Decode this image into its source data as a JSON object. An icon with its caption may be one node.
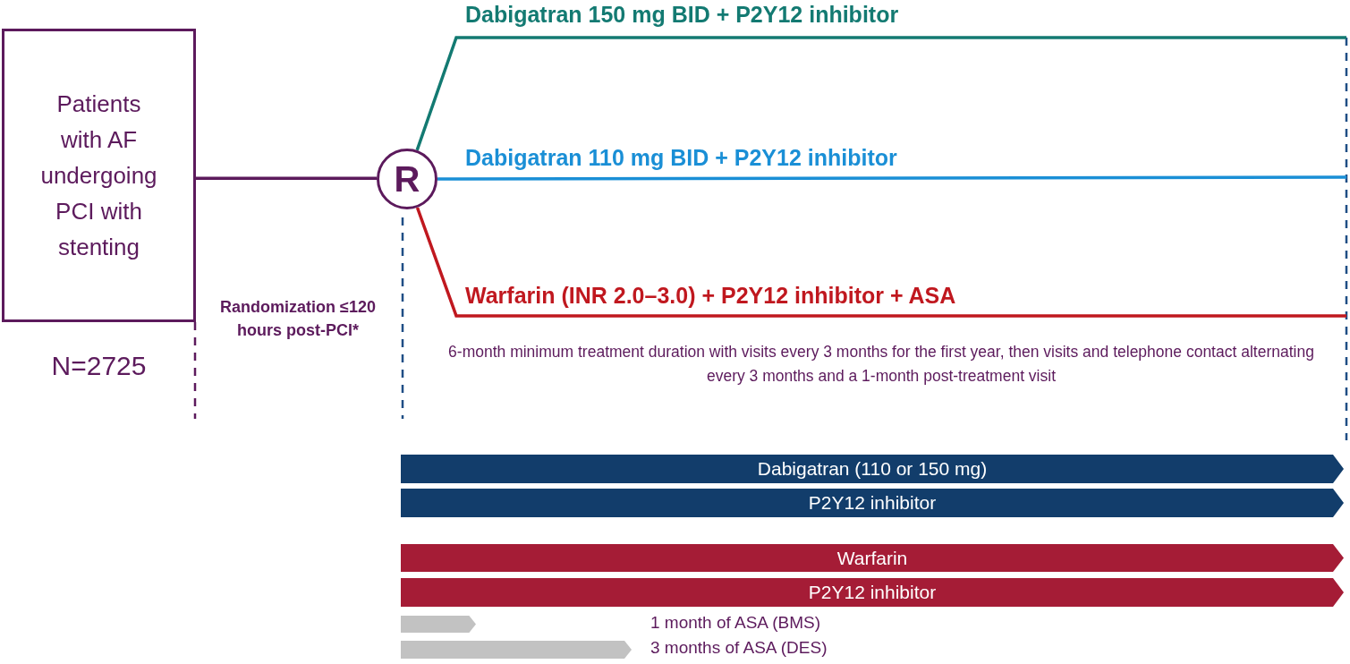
{
  "diagram": {
    "nodes": [
      {
        "text": [
          "Patients with AF undergoing PCI with stenting"
        ],
        "beside": [
          "N=2725"
        ]
      },
      {
        "text": [
          "R"
        ]
      },
      {
        "text": [
          "Dabigatran (110 or 150 mg)"
        ]
      },
      {
        "text": [
          "P2Y12 inhibitor"
        ]
      },
      {
        "text": [
          "Warfarin"
        ]
      },
      {
        "text": [
          "P2Y12 inhibitor"
        ]
      },
      {
        "text": [],
        "shape": "bar"
      },
      {
        "text": [],
        "shape": "bar"
      }
    ],
    "edges": [
      {
        "from": 0,
        "to": 1,
        "arrow": "none",
        "color": "#5c1a5c"
      },
      {
        "from": 1,
        "to": null,
        "arrow": "none",
        "label": "Dabigatran 150 mg BID + P2Y12 inhibitor",
        "color": "#137a72"
      },
      {
        "from": 1,
        "to": null,
        "arrow": "none",
        "label": "Dabigatran 110 mg BID + P2Y12 inhibitor",
        "color": "#1a8fd6"
      },
      {
        "from": 1,
        "to": null,
        "arrow": "none",
        "label": "Warfarin (INR 2.0–3.0) + P2Y12 inhibitor + ASA",
        "color": "#c0181f"
      }
    ],
    "labels": [
      "Randomization ≤120 hours post-PCI*",
      "6-month minimum treatment duration with visits every 3 months for the first year, then visits and telephone contact alternating every 3 months and a 1-month post-treatment visit",
      "1 month of ASA (BMS)",
      "3 months of ASA (DES)"
    ]
  }
}
